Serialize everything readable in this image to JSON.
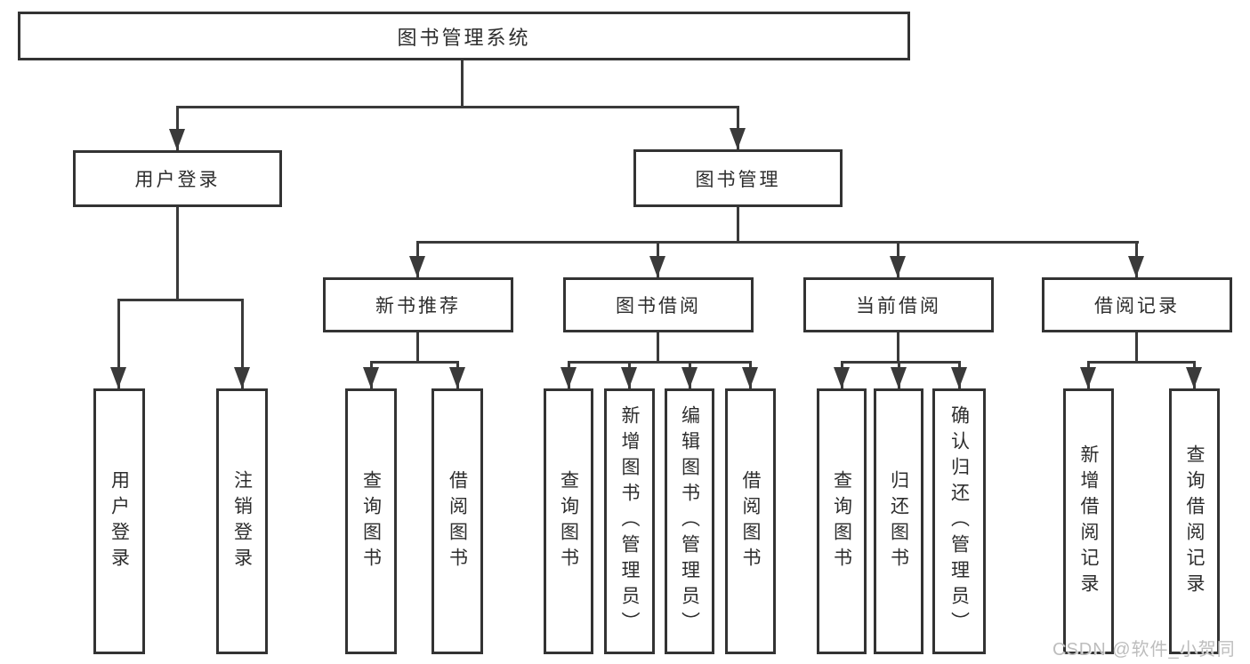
{
  "diagram": {
    "title_node": "图书管理系统",
    "nodes": {
      "root": "图书管理系统",
      "userLogin": "用户登录",
      "bookMgmt": "图书管理",
      "newBookRec": "新书推荐",
      "bookBorrow": "图书借阅",
      "currentBorrow": "当前借阅",
      "borrowRecords": "借阅记录",
      "leafUserLogin": "用户登录",
      "leafLogout": "注销登录",
      "leafQueryBookA": "查询图书",
      "leafBorrowBookA": "借阅图书",
      "leafQueryBookB": "查询图书",
      "leafAddBook": "新增图书（管理员）",
      "leafEditBook": "编辑图书（管理员）",
      "leafBorrowBookB": "借阅图书",
      "leafQueryBookC": "查询图书",
      "leafReturnBook": "归还图书",
      "leafConfirmReturn": "确认归还（管理员）",
      "leafAddBorrowRecord": "新增借阅记录",
      "leafQueryBorrowRecord": "查询借阅记录"
    },
    "watermark": "CSDN @软件_小贺同学",
    "colors": {
      "line": "#3a3a3a",
      "border": "#333333",
      "text": "#2d2d2d",
      "watermark": "#bdbdbd",
      "background": "#ffffff"
    }
  }
}
